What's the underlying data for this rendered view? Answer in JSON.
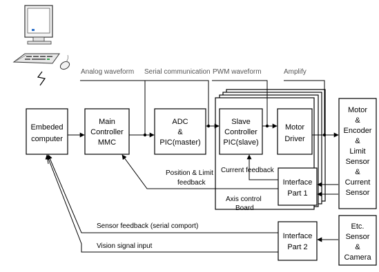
{
  "blocks": {
    "embedded": [
      "Embeded",
      "computer"
    ],
    "main": [
      "Main",
      "Controller",
      "MMC"
    ],
    "adc": [
      "ADC",
      "&",
      "PIC(master)"
    ],
    "slave": [
      "Slave",
      "Controller",
      "PIC(slave)"
    ],
    "driver": [
      "Motor",
      "Driver"
    ],
    "motor": [
      "Motor",
      "&",
      "Encoder",
      "&",
      "Limit",
      "Sensor",
      "&",
      "Current",
      "Sensor"
    ],
    "if1": [
      "Interface",
      "Part 1"
    ],
    "if2": [
      "Interface",
      "Part 2"
    ],
    "etc": [
      "Etc.",
      "Sensor",
      "&",
      "Camera"
    ]
  },
  "labels": {
    "analog": "Analog waveform",
    "serial": "Serial communication",
    "pwm": "PWM waveform",
    "amplify": "Amplify",
    "current_fb": "Current feedback",
    "pos_limit_1": "Position & Limit",
    "pos_limit_2": "feedback",
    "axis_1": "Axis control",
    "axis_2": "Board",
    "sensor_fb": "Sensor feedback (serial comport)",
    "vision": "Vision signal input"
  }
}
